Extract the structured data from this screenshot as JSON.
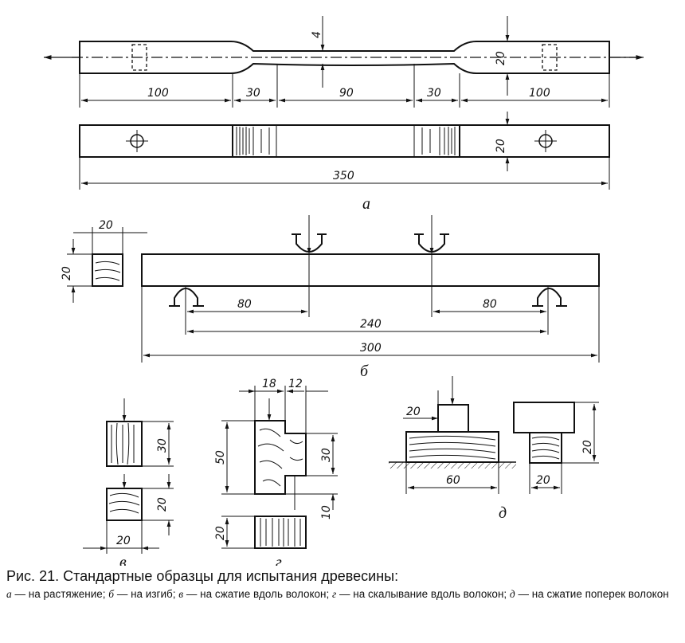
{
  "diagram": {
    "a": {
      "dims": {
        "thickness": "4",
        "height": "20",
        "grip_left": "100",
        "transition_left": "30",
        "center": "90",
        "transition_right": "30",
        "grip_right": "100",
        "total": "350"
      },
      "label": "а"
    },
    "b": {
      "section": {
        "width": "20",
        "height": "20"
      },
      "dims": {
        "left_span": "80",
        "right_span": "80",
        "support_span": "240",
        "total": "300"
      },
      "label": "б"
    },
    "v": {
      "dims": {
        "tall_height": "30",
        "short_height": "20",
        "width": "20"
      },
      "label": "в"
    },
    "g": {
      "dims": {
        "top_left": "18",
        "top_right": "12",
        "total_height": "50",
        "notch_height": "30",
        "bottom_step": "10",
        "base_height": "20"
      },
      "label": "г"
    },
    "d": {
      "dims": {
        "punch_width": "20",
        "base_length": "60",
        "height": "20",
        "width": "20"
      },
      "label": "д"
    }
  },
  "caption": {
    "title": "Рис. 21. Стандартные образцы для испытания древесины:",
    "legend": [
      {
        "letter": "а",
        "text": " — на растяжение; "
      },
      {
        "letter": "б",
        "text": " — на изгиб; "
      },
      {
        "letter": "в",
        "text": " — на сжатие вдоль волокон; "
      },
      {
        "letter": "г",
        "text": " — на скалывание вдоль волокон; "
      },
      {
        "letter": "д",
        "text": " — на сжатие поперек волокон"
      }
    ]
  }
}
